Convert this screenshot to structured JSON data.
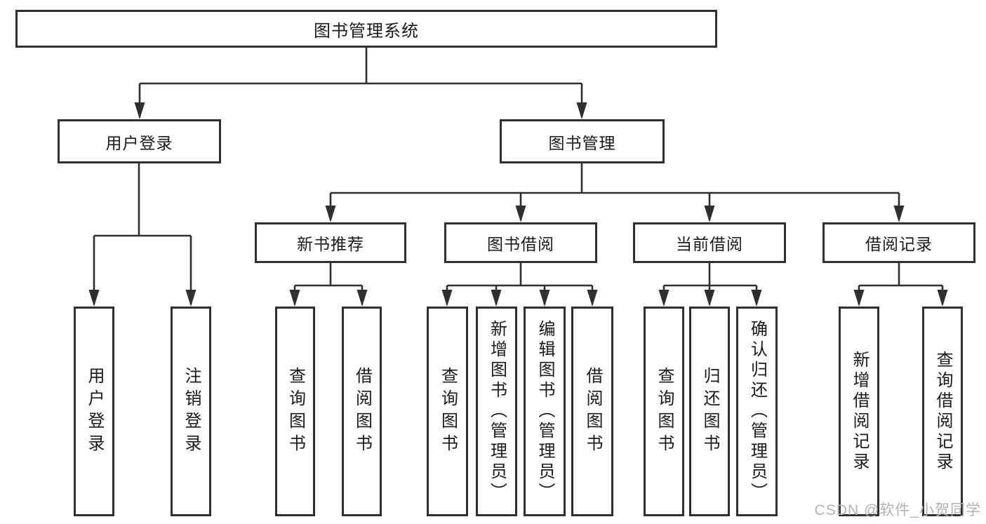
{
  "tree": {
    "root": {
      "label": "图书管理系统"
    },
    "branches": [
      {
        "label": "用户登录",
        "children": [
          {
            "label": "用户登录"
          },
          {
            "label": "注销登录"
          }
        ]
      },
      {
        "label": "图书管理",
        "children": [
          {
            "label": "新书推荐",
            "children": [
              {
                "label": "查询图书"
              },
              {
                "label": "借阅图书"
              }
            ]
          },
          {
            "label": "图书借阅",
            "children": [
              {
                "label": "查询图书"
              },
              {
                "label": "新增图书（管理员）"
              },
              {
                "label": "编辑图书（管理员）"
              },
              {
                "label": "借阅图书"
              }
            ]
          },
          {
            "label": "当前借阅",
            "children": [
              {
                "label": "查询图书"
              },
              {
                "label": "归还图书"
              },
              {
                "label": "确认归还（管理员）"
              }
            ]
          },
          {
            "label": "借阅记录",
            "children": [
              {
                "label": "新增借阅记录"
              },
              {
                "label": "查询借阅记录"
              }
            ]
          }
        ]
      }
    ]
  },
  "watermark": {
    "text": "CSDN @软件_小贺同学"
  },
  "colors": {
    "line": "#2f2f2f",
    "text": "#1a1a1a",
    "background": "#ffffff",
    "watermark": "#aeb3b8"
  }
}
